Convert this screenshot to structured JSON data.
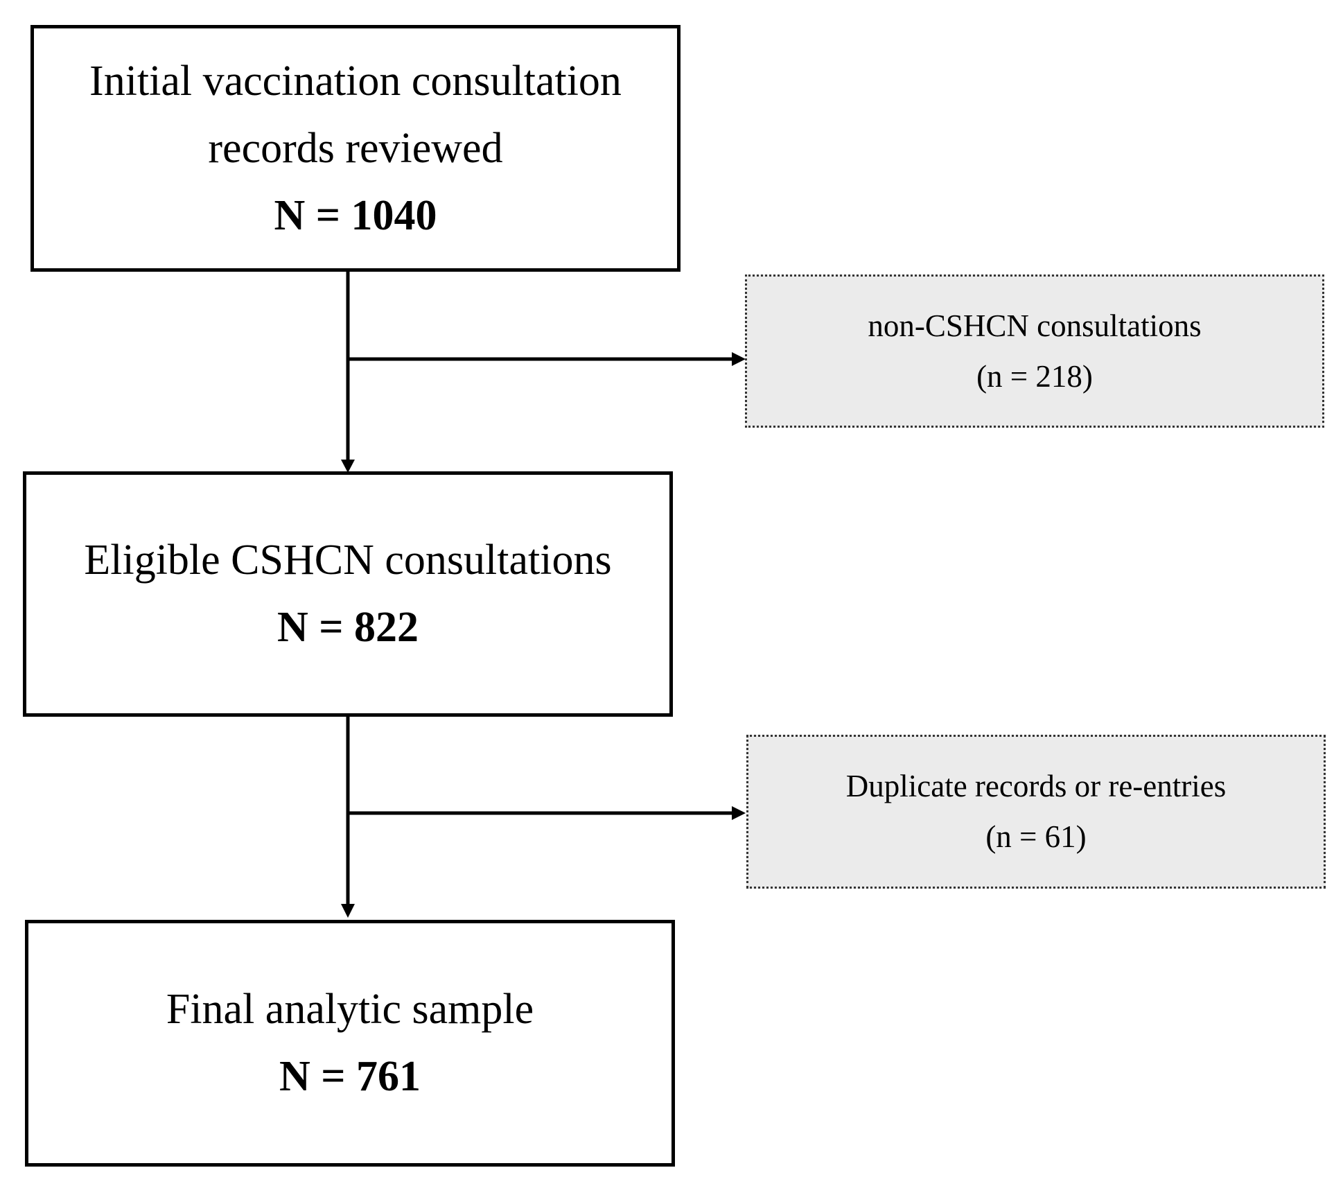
{
  "colors": {
    "line": "#000000",
    "main_box_fill": "#ffffff",
    "exclusion_box_fill": "#ebebeb",
    "exclusion_box_border": "#333333"
  },
  "boxes": {
    "initial": {
      "label_line1": "Initial vaccination consultation",
      "label_line2": "records reviewed",
      "count": "N = 1040"
    },
    "eligible": {
      "label": "Eligible CSHCN consultations",
      "count": "N = 822"
    },
    "final": {
      "label": "Final analytic sample",
      "count": "N = 761"
    }
  },
  "exclusions": {
    "first": {
      "label": "non-CSHCN consultations",
      "count": "(n = 218)"
    },
    "second": {
      "label": "Duplicate records or re-entries",
      "count": "(n = 61)"
    }
  }
}
